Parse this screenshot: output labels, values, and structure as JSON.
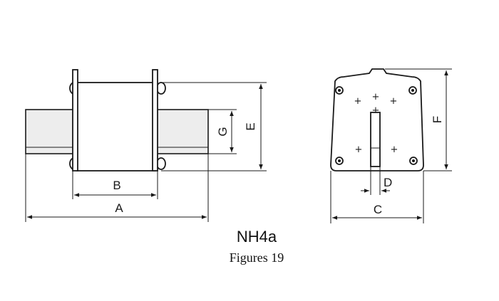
{
  "model": "NH4a",
  "caption": "Figures 19",
  "dimensions": {
    "a": "A",
    "b": "B",
    "c": "C",
    "d": "D",
    "e": "E",
    "f": "F",
    "g": "G"
  }
}
